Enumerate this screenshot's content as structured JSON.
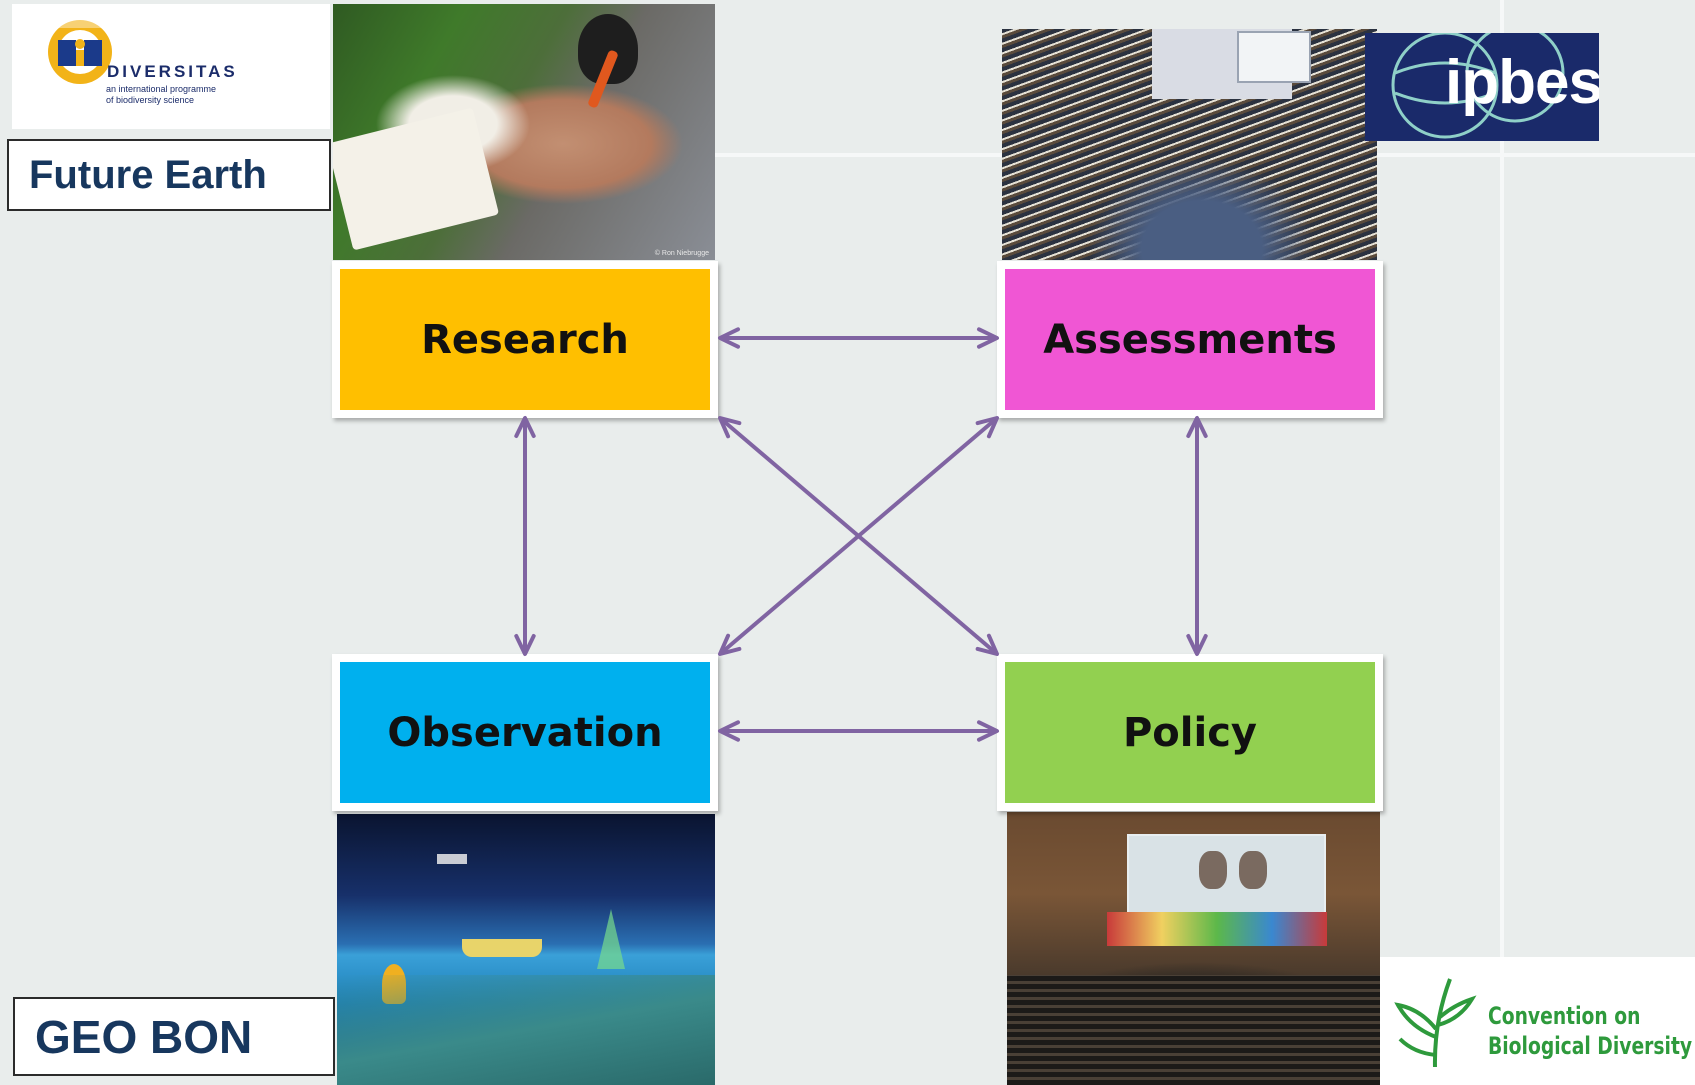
{
  "diagram": {
    "nodes": {
      "research": "Research",
      "assessments": "Assessments",
      "observation": "Observation",
      "policy": "Policy"
    },
    "edges": [
      {
        "from": "research",
        "to": "assessments",
        "bidirectional": true
      },
      {
        "from": "research",
        "to": "observation",
        "bidirectional": true
      },
      {
        "from": "assessments",
        "to": "policy",
        "bidirectional": true
      },
      {
        "from": "observation",
        "to": "policy",
        "bidirectional": true
      },
      {
        "from": "research",
        "to": "policy",
        "bidirectional": true
      },
      {
        "from": "assessments",
        "to": "observation",
        "bidirectional": true
      }
    ],
    "arrow_color": "#8064a2"
  },
  "labels": {
    "future_earth": "Future Earth",
    "geo_bon": "GEO BON"
  },
  "logos": {
    "diversitas": {
      "name": "DIVERSITAS",
      "tagline_1": "an international programme",
      "tagline_2": "of biodiversity science"
    },
    "ipbes": "ipbes",
    "cbd": {
      "line1": "Convention on",
      "line2": "Biological Diversity"
    }
  },
  "photos": {
    "research_credit": "© Ron Niebrugge"
  },
  "colors": {
    "research": "#ffbf00",
    "assessments": "#f056d4",
    "observation": "#00b0ee",
    "policy": "#92d050",
    "background": "#e9edec"
  }
}
